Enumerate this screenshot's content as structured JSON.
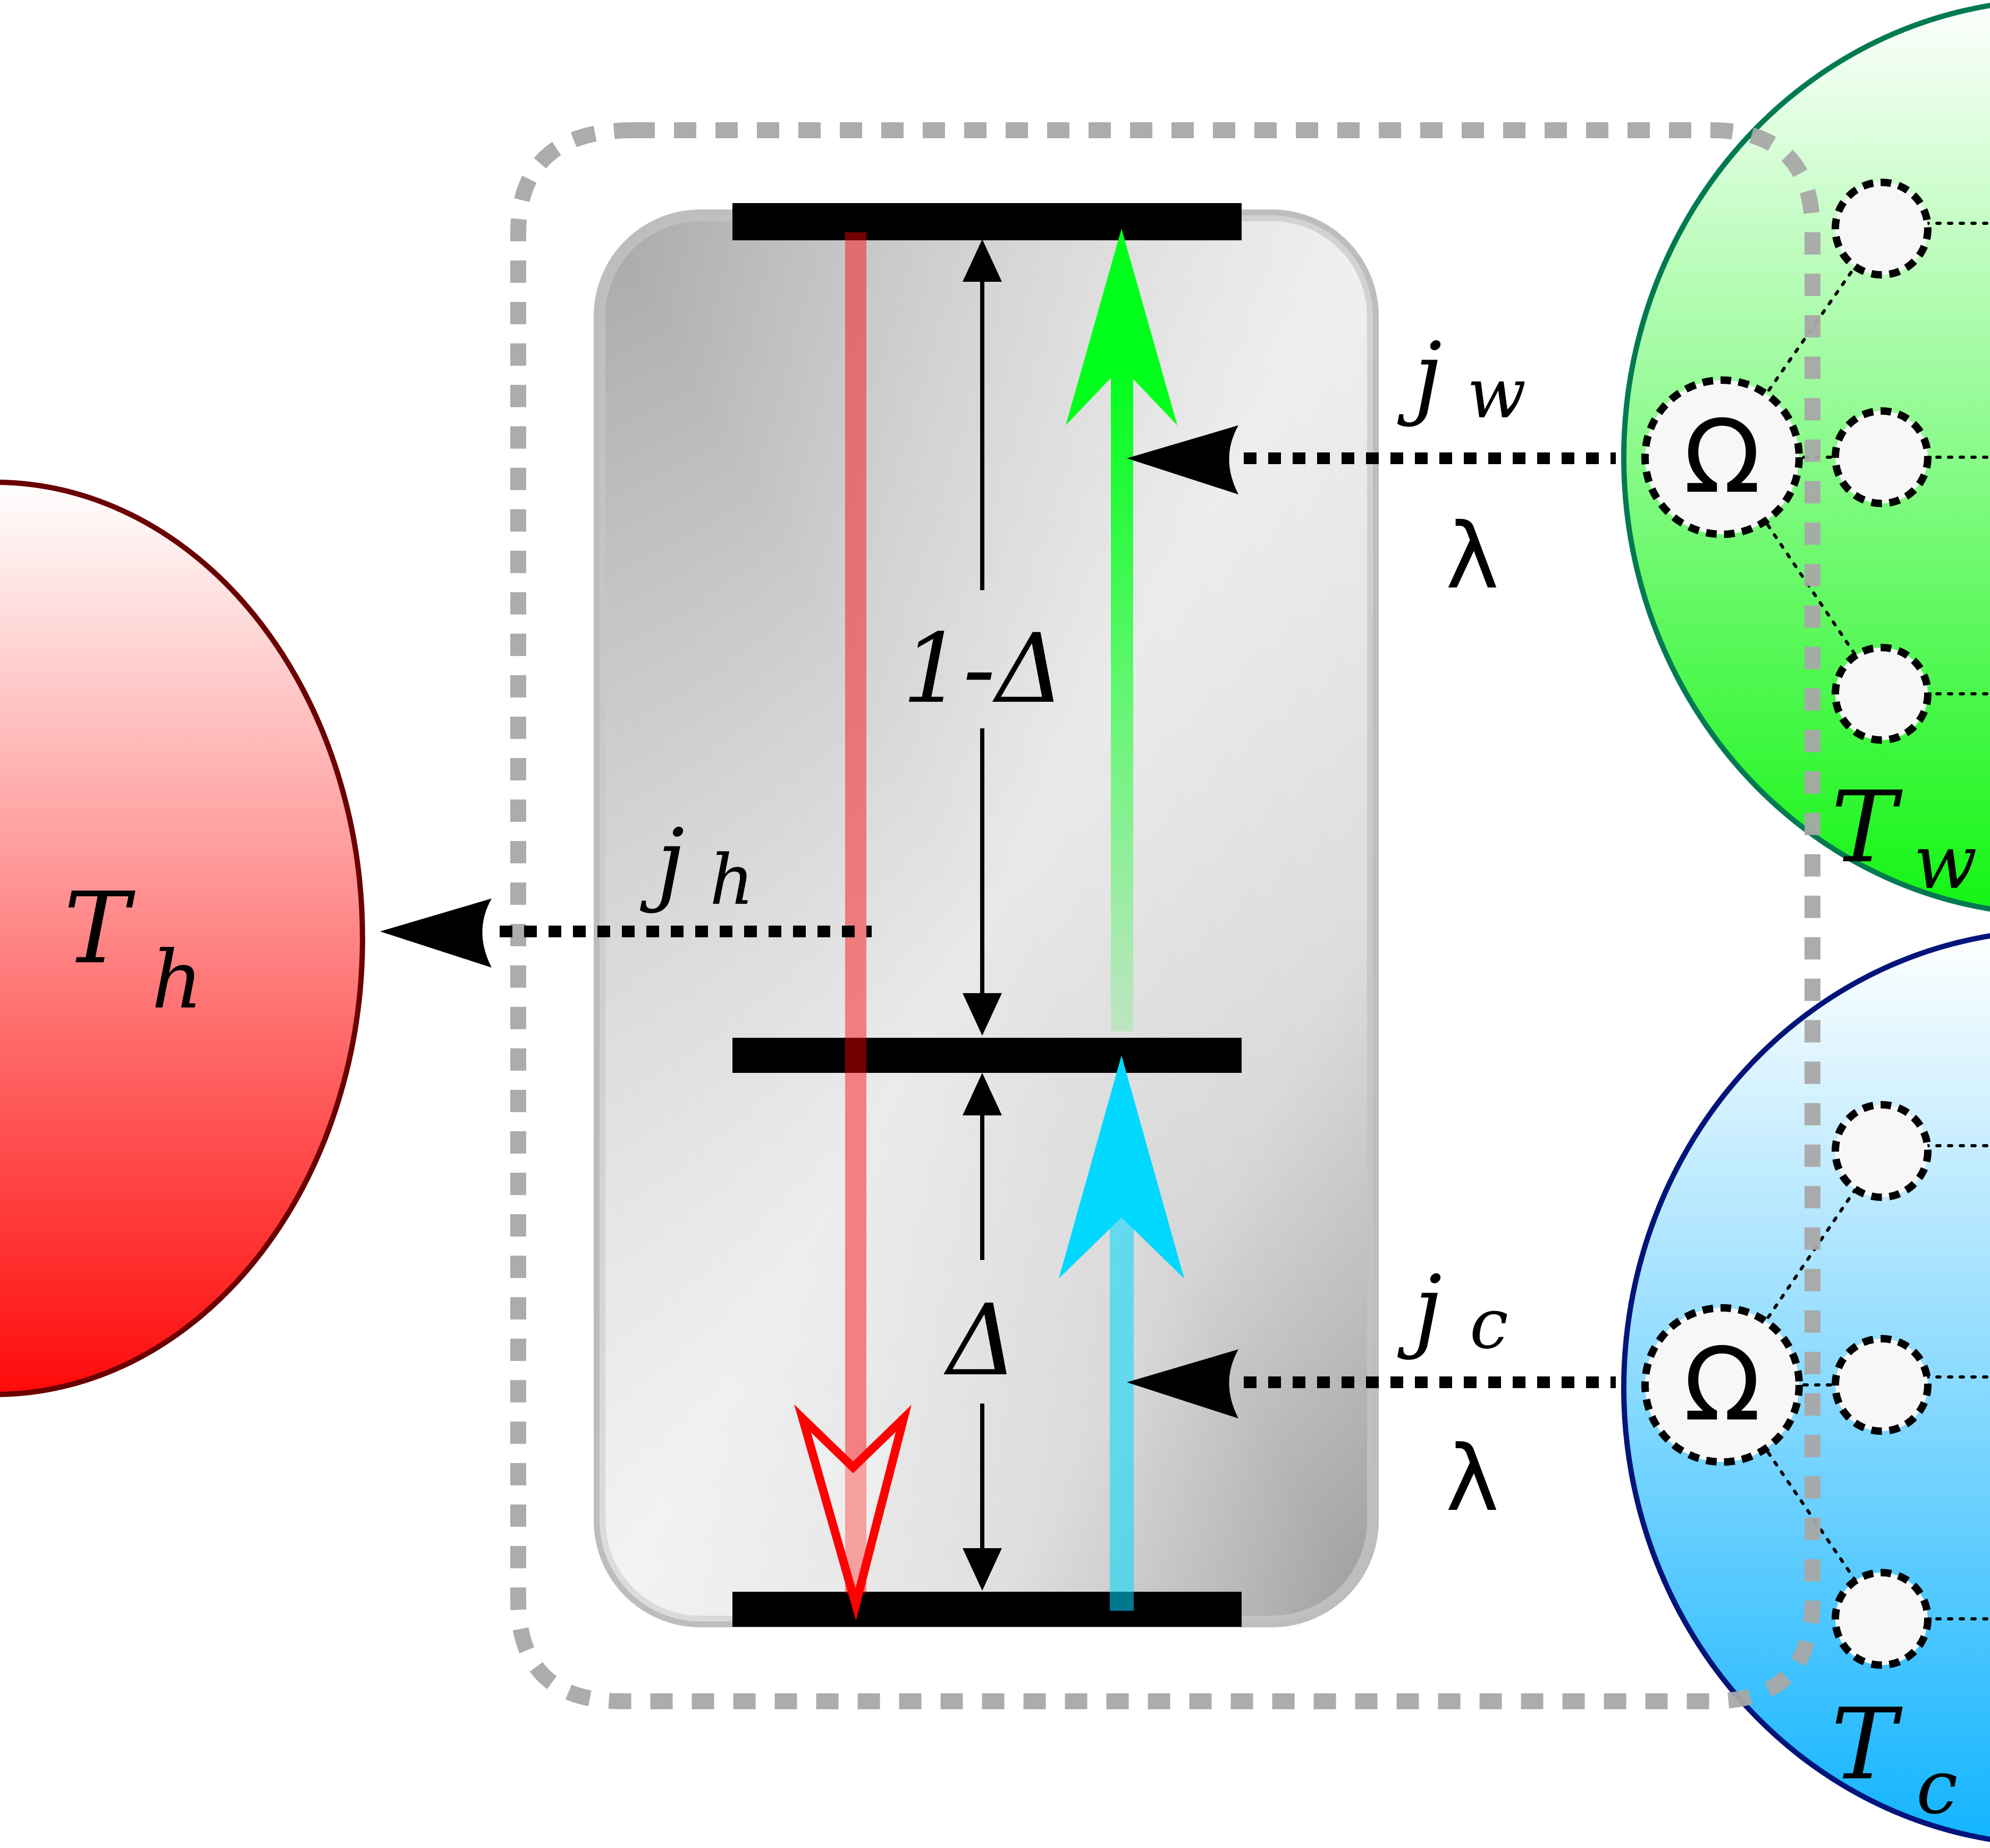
{
  "diagram": {
    "labels": {
      "hot_bath": "T",
      "hot_bath_sub": "h",
      "work_bath": "T",
      "work_bath_sub": "w",
      "cold_bath": "T",
      "cold_bath_sub": "c",
      "current_hot": "j",
      "current_hot_sub": "h",
      "current_work": "j",
      "current_work_sub": "w",
      "current_cold": "j",
      "current_cold_sub": "c",
      "coupling_work": "λ",
      "coupling_cold": "λ",
      "gap_upper": "1-Δ",
      "gap_lower": "Δ",
      "oscillator_work": "Ω",
      "oscillator_cold": "Ω"
    },
    "colors": {
      "hot_bath_fill": "#ff1a1a",
      "hot_bath_edge": "#6b0000",
      "work_bath_fill": "#1aff1a",
      "work_bath_edge": "#007a50",
      "cold_bath_fill": "#14b8ff",
      "cold_bath_edge": "#00147a",
      "green_arrow": "#00ff1a",
      "cyan_arrow": "#00d8ff",
      "red_arrow": "#ff0000",
      "dashed_frame": "#aaaaaa"
    }
  }
}
